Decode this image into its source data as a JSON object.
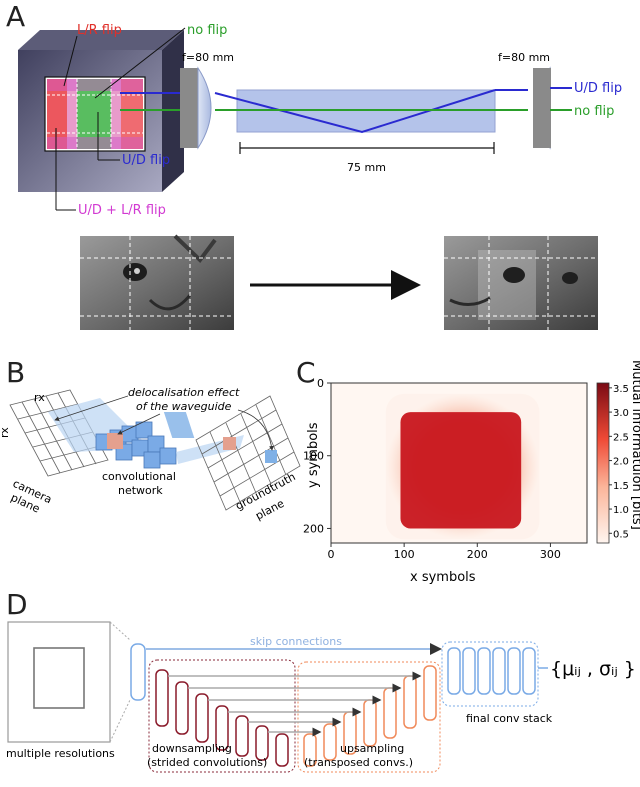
{
  "panels": {
    "a": {
      "letter": "A",
      "labels": {
        "lr_flip": "L/R flip",
        "no_flip_top": "no flip",
        "ud_flip_bottom": "U/D flip",
        "ud_lr_flip": "U/D + L/R flip",
        "focal_left": "f=80 mm",
        "focal_right": "f=80 mm",
        "out_ud_flip": "U/D flip",
        "out_no_flip": "no flip",
        "length": "75 mm"
      },
      "colors": {
        "lr": "#e0302a",
        "no": "#2a9e2a",
        "ud": "#2a2ad0",
        "udlr": "#d23ad2"
      }
    },
    "b": {
      "letter": "B",
      "labels": {
        "rx_top": "rx",
        "rx_side": "rx",
        "delocalisation_line1": "delocalisation effect",
        "delocalisation_line2": "of the waveguide",
        "camera_line1": "camera",
        "camera_line2": "plane",
        "conv_line1": "convolutional",
        "conv_line2": "network",
        "gt_line1": "groundtruth",
        "gt_line2": "plane"
      }
    },
    "c": {
      "letter": "C",
      "xlabel": "x symbols",
      "ylabel": "y symbols",
      "colorbar_label": "Mutual informatuion [bits]",
      "xticks": [
        "0",
        "100",
        "200",
        "300"
      ],
      "yticks": [
        "0",
        "100",
        "200"
      ],
      "colorbar_ticks": [
        "3.5",
        "3.0",
        "2.5",
        "2.0",
        "1.5",
        "1.0",
        "0.5"
      ]
    },
    "d": {
      "letter": "D",
      "labels": {
        "skip": "skip connections",
        "multires": "multiple resolutions",
        "final": "final conv stack",
        "down_line1": "downsampling",
        "down_line2": "(strided convolutions)",
        "up_line1": "upsampling",
        "up_line2": "(transposed convs.)",
        "output": "{μᵢⱼ , σᵢⱼ }"
      }
    }
  },
  "chart_data": {
    "type": "heatmap",
    "title": "",
    "xlabel": "x symbols",
    "ylabel": "y symbols",
    "xlim": [
      0,
      350
    ],
    "ylim": [
      220,
      0
    ],
    "xticks": [
      0,
      100,
      200,
      300
    ],
    "yticks": [
      0,
      100,
      200
    ],
    "colorbar": {
      "label": "Mutual informatuion [bits]",
      "range": [
        0.3,
        3.6
      ],
      "ticks": [
        3.5,
        3.0,
        2.5,
        2.0,
        1.5,
        1.0,
        0.5
      ]
    },
    "high_region": {
      "x": [
        95,
        260
      ],
      "y": [
        40,
        200
      ],
      "value": 3.4
    },
    "halo_region": {
      "x": [
        75,
        285
      ],
      "y": [
        15,
        215
      ],
      "value": 1.2
    },
    "background_value": 0.4
  }
}
